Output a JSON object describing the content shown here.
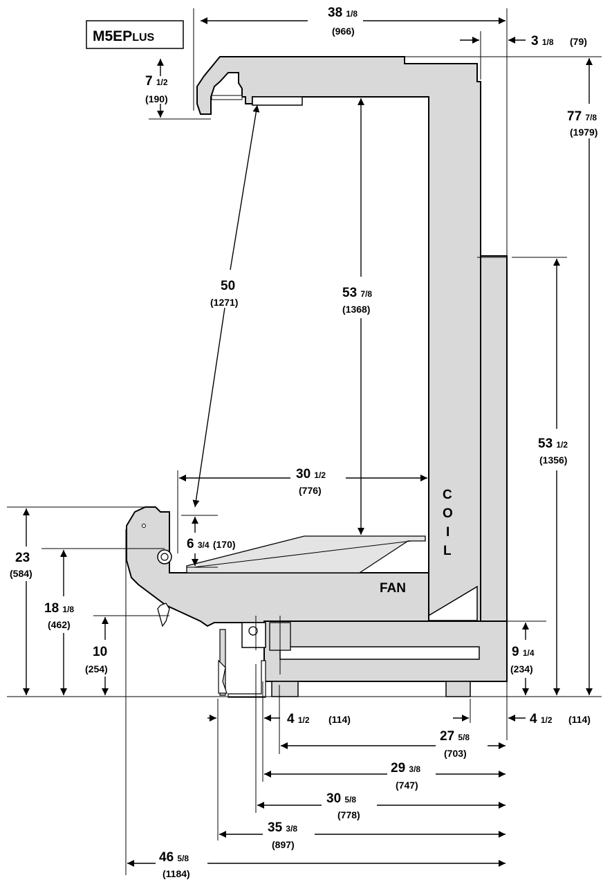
{
  "model_label": {
    "main": "M5EP",
    "suffix": "LUS"
  },
  "part_labels": {
    "coil": [
      "C",
      "O",
      "I",
      "L"
    ],
    "fan": "FAN"
  },
  "dimensions": [
    {
      "id": "overall-width-top",
      "whole": "38",
      "frac": "1/8",
      "metric": "(966)"
    },
    {
      "id": "back-offset-top",
      "whole": "3",
      "frac": "1/8",
      "metric": "(79)"
    },
    {
      "id": "canopy-height",
      "whole": "7",
      "frac": "1/2",
      "metric": "(190)"
    },
    {
      "id": "overall-height",
      "whole": "77",
      "frac": "7/8",
      "metric": "(1979)"
    },
    {
      "id": "diagonal",
      "whole": "50",
      "frac": "",
      "metric": "(1271)"
    },
    {
      "id": "display-height",
      "whole": "53",
      "frac": "7/8",
      "metric": "(1368)"
    },
    {
      "id": "rear-section-height",
      "whole": "53",
      "frac": "1/2",
      "metric": "(1356)"
    },
    {
      "id": "display-depth",
      "whole": "30",
      "frac": "1/2",
      "metric": "(776)"
    },
    {
      "id": "front-lip",
      "whole": "6",
      "frac": "3/4",
      "metric": "(170)"
    },
    {
      "id": "front-height",
      "whole": "23",
      "frac": "",
      "metric": "(584)"
    },
    {
      "id": "bumper-height",
      "whole": "18",
      "frac": "1/8",
      "metric": "(462)"
    },
    {
      "id": "kick-height",
      "whole": "10",
      "frac": "",
      "metric": "(254)"
    },
    {
      "id": "base-height",
      "whole": "9",
      "frac": "1/4",
      "metric": "(234)"
    },
    {
      "id": "front-foot-offset",
      "whole": "4",
      "frac": "1/2",
      "metric": "(114)"
    },
    {
      "id": "rear-foot-offset",
      "whole": "4",
      "frac": "1/2",
      "metric": "(114)"
    },
    {
      "id": "foot-span",
      "whole": "27",
      "frac": "5/8",
      "metric": "(703)"
    },
    {
      "id": "base-depth",
      "whole": "29",
      "frac": "3/8",
      "metric": "(747)"
    },
    {
      "id": "lower-depth",
      "whole": "30",
      "frac": "5/8",
      "metric": "(778)"
    },
    {
      "id": "depth-to-panel",
      "whole": "35",
      "frac": "3/8",
      "metric": "(897)"
    },
    {
      "id": "overall-depth",
      "whole": "46",
      "frac": "5/8",
      "metric": "(1184)"
    }
  ]
}
